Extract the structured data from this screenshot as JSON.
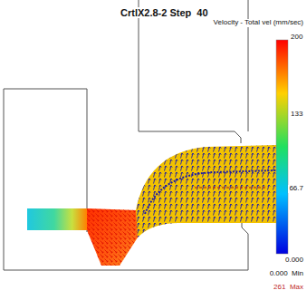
{
  "diagram": {
    "title": "CrtlX2.8-2 Step  40",
    "labels": [
      "Velocity - Total vel (mm/sec)",
      "200",
      "133",
      "66.7",
      "0.000",
      "0.000  Min",
      "261  Max"
    ]
  }
}
